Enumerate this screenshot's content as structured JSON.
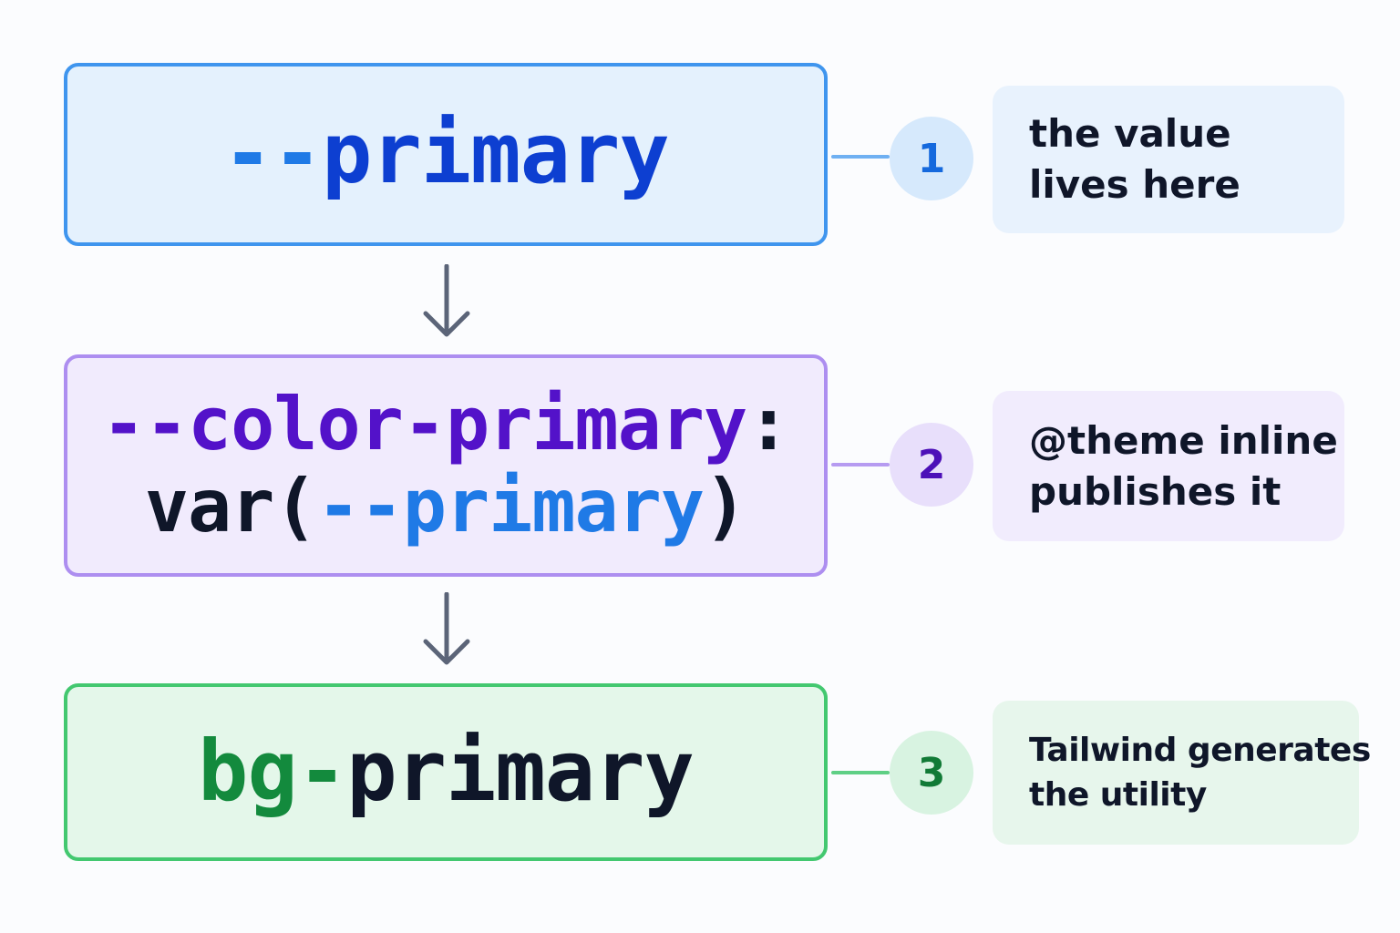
{
  "colors": {
    "blue_border": "#3f95ee",
    "blue_fill": "#e4f1fd",
    "blue_text": "#0d3fd1",
    "blue_dash": "#1f7ae6",
    "purple_border": "#ad8ef0",
    "purple_fill": "#f1ebfd",
    "purple_text": "#5312c9",
    "green_border": "#43c870",
    "green_fill": "#e4f7ea",
    "green_text": "#138a3d",
    "dark_text": "#0f1629",
    "arrow": "#5b6478"
  },
  "steps": [
    {
      "number": "1",
      "code_line1": {
        "dash": "--",
        "name": "primary"
      },
      "note_line1": "the value",
      "note_line2": "lives here"
    },
    {
      "number": "2",
      "code_line1": {
        "dash": "--",
        "name": "color-primary",
        "suffix": ":"
      },
      "code_line2": {
        "prefix": "var(",
        "dash": "--",
        "name": "primary",
        "suffix": ")"
      },
      "note_line1": "@theme inline",
      "note_line2": "publishes it"
    },
    {
      "number": "3",
      "code_line1": {
        "prefix": "bg-",
        "name": "primary"
      },
      "note_line1": "Tailwind generates",
      "note_line2": "the utility"
    }
  ],
  "icons": {
    "arrow_down_1": "arrow-down-icon",
    "arrow_down_2": "arrow-down-icon"
  }
}
